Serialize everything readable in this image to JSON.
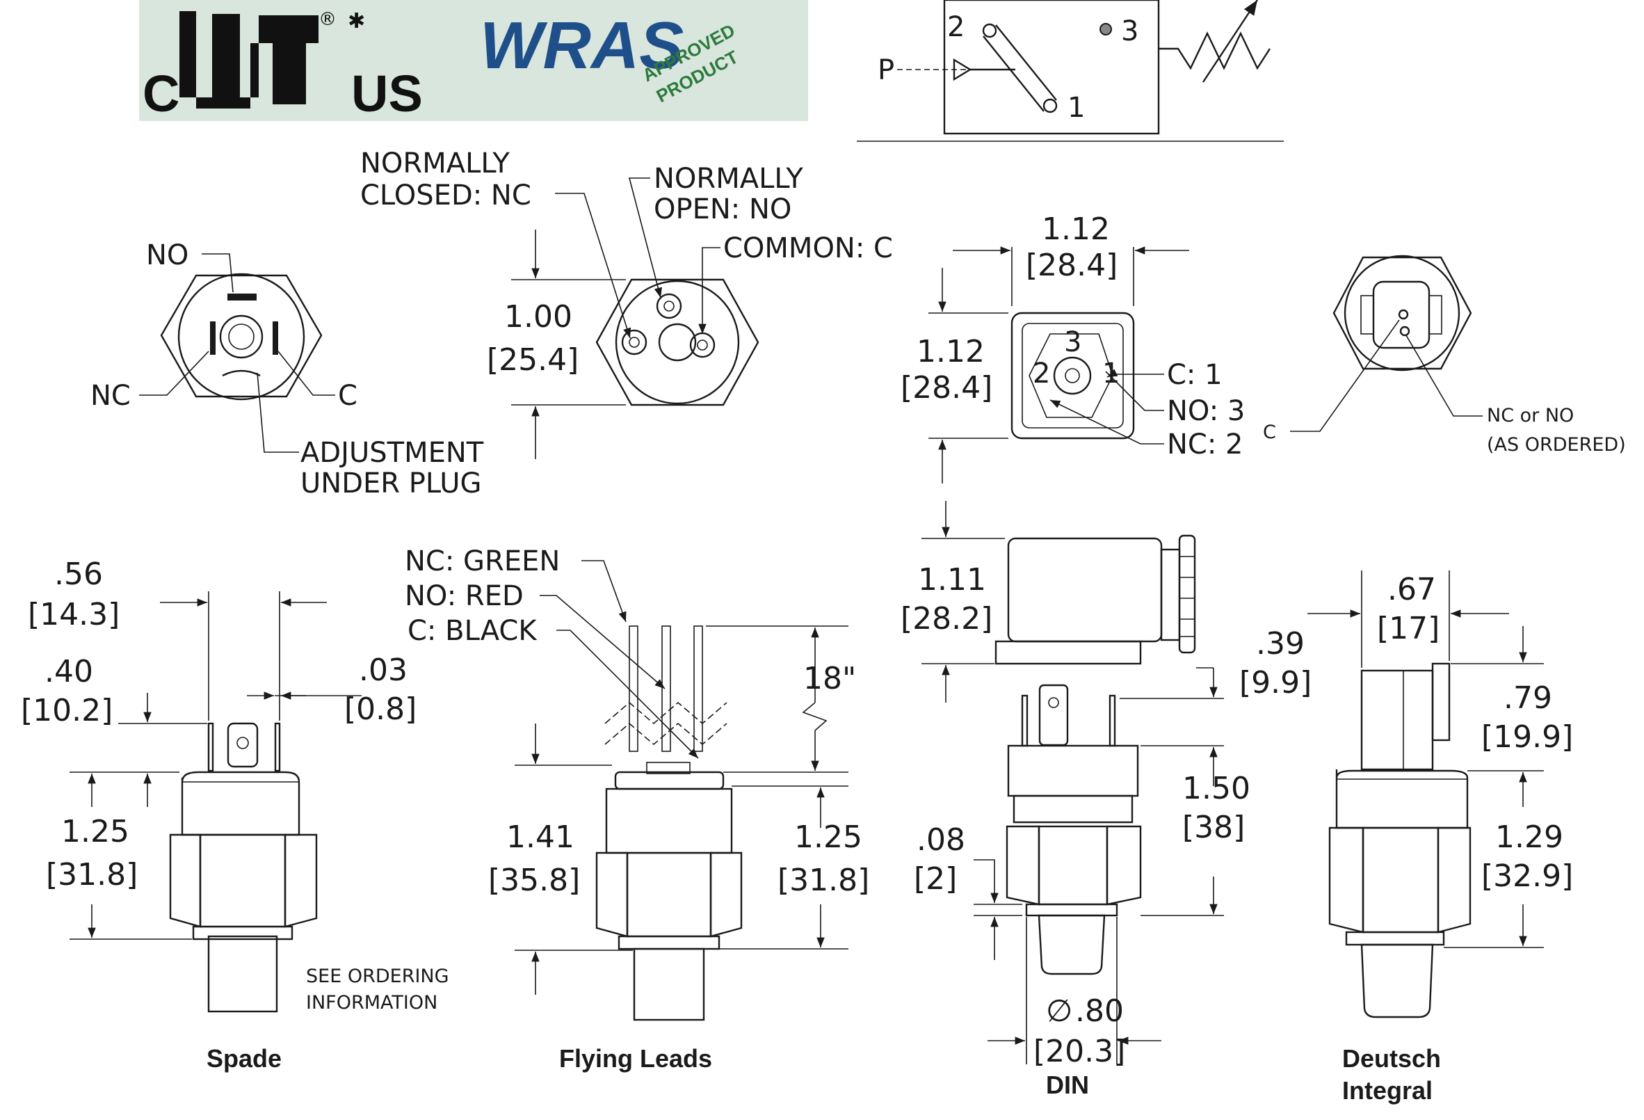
{
  "logos": {
    "ul": {
      "c": "C",
      "us": "US",
      "reg": "®",
      "star": "✱"
    },
    "wras": {
      "word": "WRAS",
      "line1": "APPROVED",
      "line2": "PRODUCT"
    }
  },
  "symbol": {
    "port2": "2",
    "port3": "3",
    "port1": "1",
    "p": "P"
  },
  "top_left_view": {
    "no": "NO",
    "nc": "NC",
    "c": "C",
    "adjust1": "ADJUSTMENT",
    "adjust2": "UNDER PLUG"
  },
  "leads_top_view": {
    "nc1": "NORMALLY",
    "nc2": "CLOSED: NC",
    "no1": "NORMALLY",
    "no2": "OPEN: NO",
    "common": "COMMON: C",
    "dim_in": "1.00",
    "dim_mm": "[25.4]"
  },
  "din_top_view": {
    "w_in": "1.12",
    "w_mm": "[28.4]",
    "h_in": "1.12",
    "h_mm": "[28.4]",
    "c1": "C: 1",
    "no3": "NO: 3",
    "nc2": "NC: 2"
  },
  "deutsch_top_view": {
    "c": "C",
    "ncno1": "NC or NO",
    "ncno2": "(AS ORDERED)"
  },
  "spade": {
    "w_in": ".56",
    "w_mm": "[14.3]",
    "t_in": ".40",
    "t_mm": "[10.2]",
    "g_in": ".03",
    "g_mm": "[0.8]",
    "h_in": "1.25",
    "h_mm": "[31.8]",
    "note1": "SEE ORDERING",
    "note2": "INFORMATION",
    "caption": "Spade"
  },
  "flying": {
    "nc": "NC: GREEN",
    "no": "NO: RED",
    "c": "C: BLACK",
    "len": "18\"",
    "h1_in": "1.41",
    "h1_mm": "[35.8]",
    "h2_in": "1.25",
    "h2_mm": "[31.8]",
    "caption": "Flying Leads"
  },
  "din": {
    "conn_in": "1.11",
    "conn_mm": "[28.2]",
    "pin_in": ".39",
    "pin_mm": "[9.9]",
    "body_in": "1.50",
    "body_mm": "[38]",
    "rim_in": ".08",
    "rim_mm": "[2]",
    "dia_in": ".80",
    "dia_mm": "[20.3]",
    "dia_sym": "∅",
    "caption": "DIN"
  },
  "deutsch": {
    "w_in": ".67",
    "w_mm": "[17]",
    "top_in": ".79",
    "top_mm": "[19.9]",
    "h_in": "1.29",
    "h_mm": "[32.9]",
    "caption1": "Deutsch",
    "caption2": "Integral"
  },
  "colors": {
    "logo_bg": "#d8e6dd",
    "wras_blue": "#1f4f8a",
    "wras_green": "#2e7a3c"
  }
}
